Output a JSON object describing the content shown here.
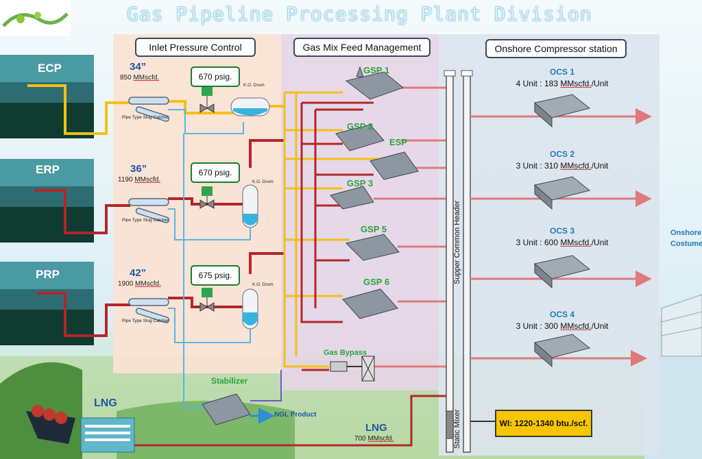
{
  "title": "Gas Pipeline Processing Plant Division",
  "sections": {
    "inlet": "Inlet Pressure Control",
    "mix": "Gas Mix Feed Management",
    "compressor": "Onshore Compressor station"
  },
  "sources": [
    {
      "name": "ECP",
      "size": "34”",
      "flow": "850",
      "unit": "MMscfd."
    },
    {
      "name": "ERP",
      "size": "36”",
      "flow": "1190",
      "unit": "MMscfd."
    },
    {
      "name": "PRP",
      "size": "42”",
      "flow": "1900",
      "unit": "MMscfd."
    }
  ],
  "psig": [
    "670 psig.",
    "670 psig.",
    "675 psig."
  ],
  "ko_drum": "K.O. Drum",
  "slug_catcher": "Pipe Type Slug Catcher",
  "gsp": [
    "GSP 1",
    "GSP 2",
    "ESP",
    "GSP 3",
    "GSP 5",
    "GSP 6"
  ],
  "gas_bypass": "Gas Bypass",
  "stabilizer": "Stabilizer",
  "ngl_product": "NGL Product",
  "lng": {
    "label": "LNG",
    "name": "LNG",
    "flow": "700",
    "unit": "MMscfd."
  },
  "header": "Supper Common Header",
  "static_mixer": "Static Mixer",
  "wi": "WI: 1220-1340 btu./scf.",
  "ocs": [
    {
      "name": "OCS 1",
      "units": "4 Unit :",
      "flow": "183",
      "unit": "MMscfd.",
      "suffix": "/Unit"
    },
    {
      "name": "OCS 2",
      "units": "3 Unit :",
      "flow": "310",
      "unit": "MMscfd.",
      "suffix": "/Unit"
    },
    {
      "name": "OCS 3",
      "units": "3 Unit :",
      "flow": "600",
      "unit": "MMscfd.",
      "suffix": "/Unit"
    },
    {
      "name": "OCS 4",
      "units": "3 Unit :",
      "flow": "300",
      "unit": "MMscfd.",
      "suffix": "/Unit"
    }
  ],
  "onshore": {
    "line1": "Onshore",
    "line2": "Costumer"
  },
  "colors": {
    "gas_line": "#f2c018",
    "red_line": "#b3262a",
    "blue_line": "#58b7e0",
    "pink_line": "#e07a7a",
    "plant_green": "#27a43b"
  }
}
